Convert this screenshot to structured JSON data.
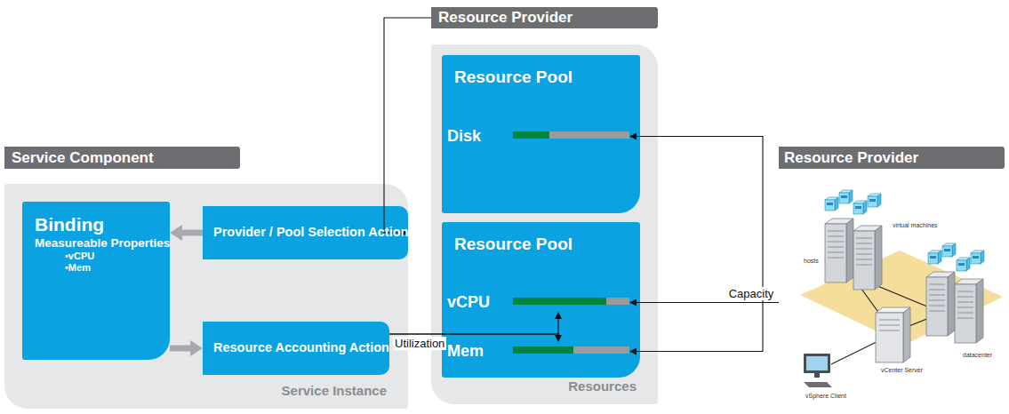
{
  "diagram": {
    "nodes": [
      {
        "text": [
          "Service Component"
        ]
      },
      {
        "text": [
          "Service Instance"
        ]
      },
      {
        "text": [
          "Binding",
          "Measureable Properties",
          "•vCPU",
          "•Mem"
        ],
        "in": 1
      },
      {
        "text": [
          "Provider / Pool Selection Action"
        ],
        "in": 1
      },
      {
        "text": [
          "Resource Accounting Action"
        ],
        "in": 1
      },
      {
        "text": [
          "Resource Provider"
        ]
      },
      {
        "text": [
          "Resources"
        ]
      },
      {
        "text": [
          "Resource Pool"
        ],
        "in": 6
      },
      {
        "text": [
          "Disk"
        ],
        "in": 7
      },
      {
        "text": [
          "Resource Pool"
        ],
        "in": 6
      },
      {
        "text": [
          "vCPU"
        ],
        "in": 9
      },
      {
        "text": [
          "Mem"
        ],
        "in": 9
      },
      {
        "text": [
          "Resource Provider"
        ]
      }
    ],
    "edges": [
      {
        "from": 5,
        "to": 3,
        "arrow": "to"
      },
      {
        "from": 3,
        "to": 2,
        "arrow": "to"
      },
      {
        "from": 2,
        "to": 4,
        "arrow": "to"
      },
      {
        "from": 4,
        "to": 10,
        "label": "Utilization",
        "arrow": "to"
      },
      {
        "from": 4,
        "to": 11,
        "arrow": "to"
      },
      {
        "from": 12,
        "to": 8,
        "arrow": "to"
      },
      {
        "from": 12,
        "to": 10,
        "label": "Capacity",
        "arrow": "to"
      },
      {
        "from": 12,
        "to": 11,
        "arrow": "to"
      }
    ],
    "labels": [
      "virtual machines",
      "hosts",
      "vCenter Server",
      "datacenter",
      "vSphere Client"
    ]
  }
}
